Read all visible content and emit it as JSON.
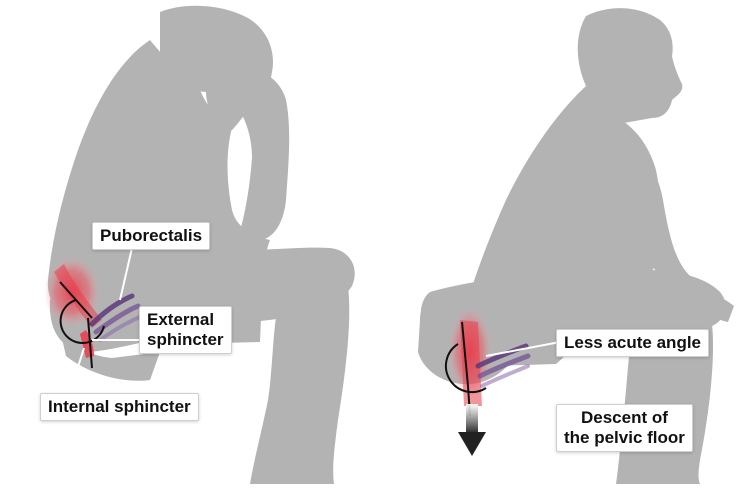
{
  "figures": [
    {
      "name": "sitting-figure"
    },
    {
      "name": "squatting-figure"
    }
  ],
  "labels": {
    "puborectalis": "Puborectalis",
    "external_sphincter_line1": "External",
    "external_sphincter_line2": "sphincter",
    "internal_sphincter": "Internal sphincter",
    "less_acute_angle": "Less acute angle",
    "descent_line1": "Descent of",
    "descent_line2": "the pelvic floor"
  },
  "colors": {
    "silhouette": "#b3b3b3",
    "muscle_red": "#e8404f",
    "muscle_purple": "#5b3a7a",
    "angle_line": "#111111",
    "arrow": "#222222"
  }
}
